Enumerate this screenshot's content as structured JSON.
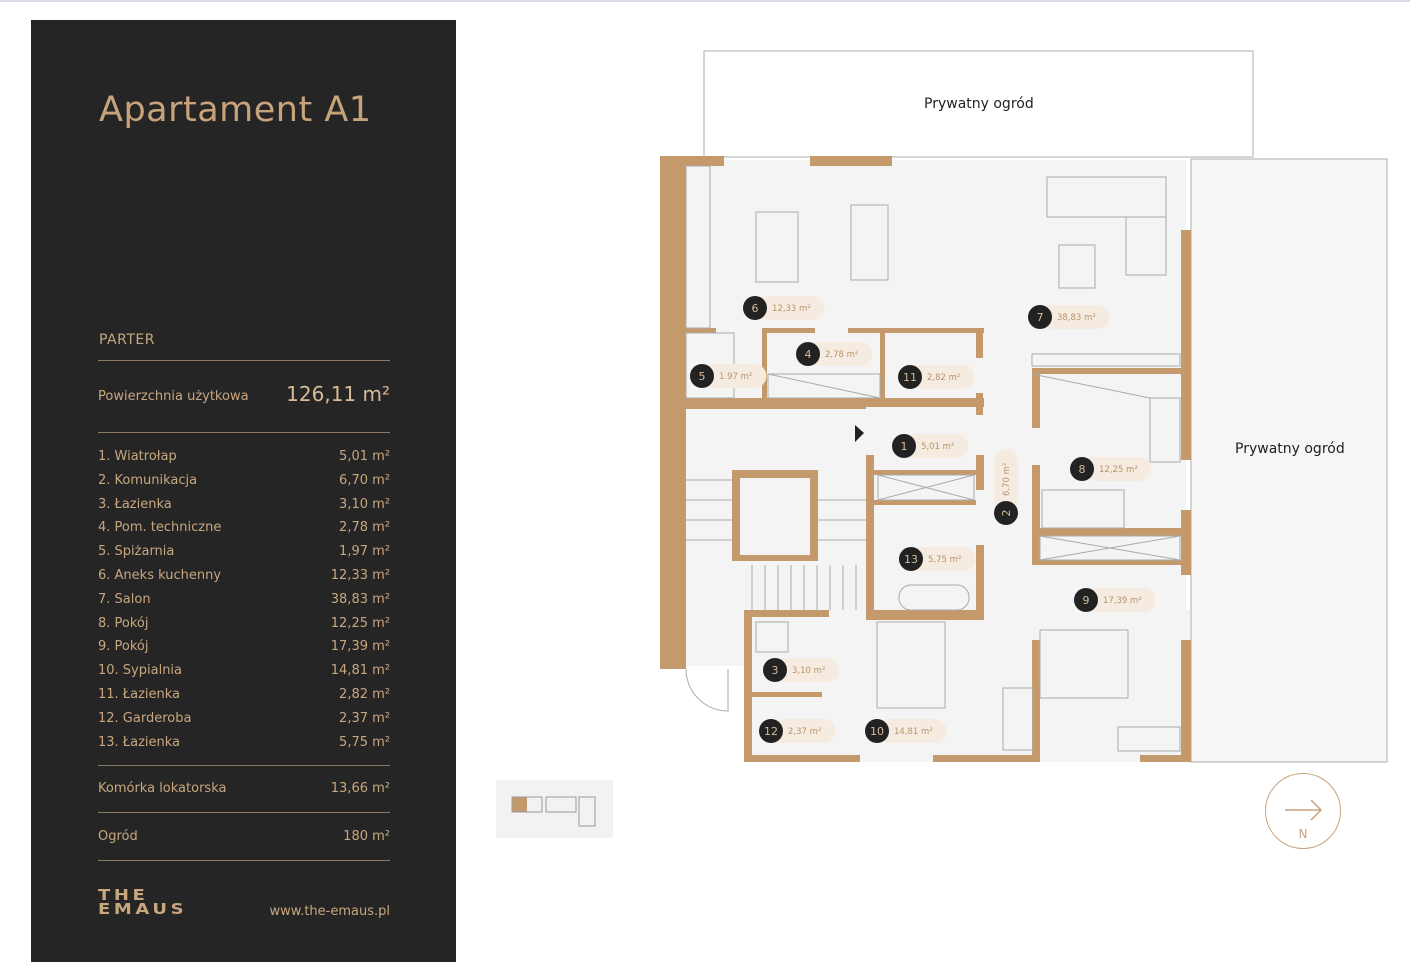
{
  "panel": {
    "title": "Apartament A1",
    "floor": "PARTER",
    "usable_area_label": "Powierzchnia użytkowa",
    "usable_area_value": "126,11 m²",
    "rooms": [
      {
        "name": "1. Wiatrołap",
        "area": "5,01 m²"
      },
      {
        "name": "2. Komunikacja",
        "area": "6,70 m²"
      },
      {
        "name": "3. Łazienka",
        "area": "3,10 m²"
      },
      {
        "name": "4. Pom. techniczne",
        "area": "2,78 m²"
      },
      {
        "name": "5. Spiżarnia",
        "area": "1,97 m²"
      },
      {
        "name": "6. Aneks kuchenny",
        "area": "12,33 m²"
      },
      {
        "name": "7. Salon",
        "area": "38,83 m²"
      },
      {
        "name": "8. Pokój",
        "area": "12,25 m²"
      },
      {
        "name": "9. Pokój",
        "area": "17,39 m²"
      },
      {
        "name": "10. Sypialnia",
        "area": "14,81 m²"
      },
      {
        "name": "11. Łazienka",
        "area": "2,82 m²"
      },
      {
        "name": "12. Garderoba",
        "area": "2,37 m²"
      },
      {
        "name": "13. Łazienka",
        "area": "5,75 m²"
      }
    ],
    "storage_label": "Komórka lokatorska",
    "storage_value": "13,66 m²",
    "garden_label": "Ogród",
    "garden_value": "180 m²",
    "logo": "THE EMAUS",
    "url": "www.the-emaus.pl"
  },
  "plan": {
    "garden_top": "Prywatny ogród",
    "garden_right": "Prywatny ogród",
    "markers": [
      {
        "num": "6",
        "area": "12,33 m²"
      },
      {
        "num": "7",
        "area": "38,83 m²"
      },
      {
        "num": "4",
        "area": "2,78 m²"
      },
      {
        "num": "5",
        "area": "1.97 m²"
      },
      {
        "num": "11",
        "area": "2,82 m²"
      },
      {
        "num": "1",
        "area": "5,01 m²"
      },
      {
        "num": "8",
        "area": "12,25 m²"
      },
      {
        "num": "2",
        "area": "6,70 m²"
      },
      {
        "num": "13",
        "area": "5,75 m²"
      },
      {
        "num": "9",
        "area": "17,39 m²"
      },
      {
        "num": "3",
        "area": "3,10 m²"
      },
      {
        "num": "12",
        "area": "2,37 m²"
      },
      {
        "num": "10",
        "area": "14,81 m²"
      }
    ],
    "compass_label": "N",
    "colors": {
      "wall": "#c49a6c",
      "floor": "#f4f4f4",
      "marker": "#222222",
      "label_bg": "#f5ebe0"
    }
  }
}
